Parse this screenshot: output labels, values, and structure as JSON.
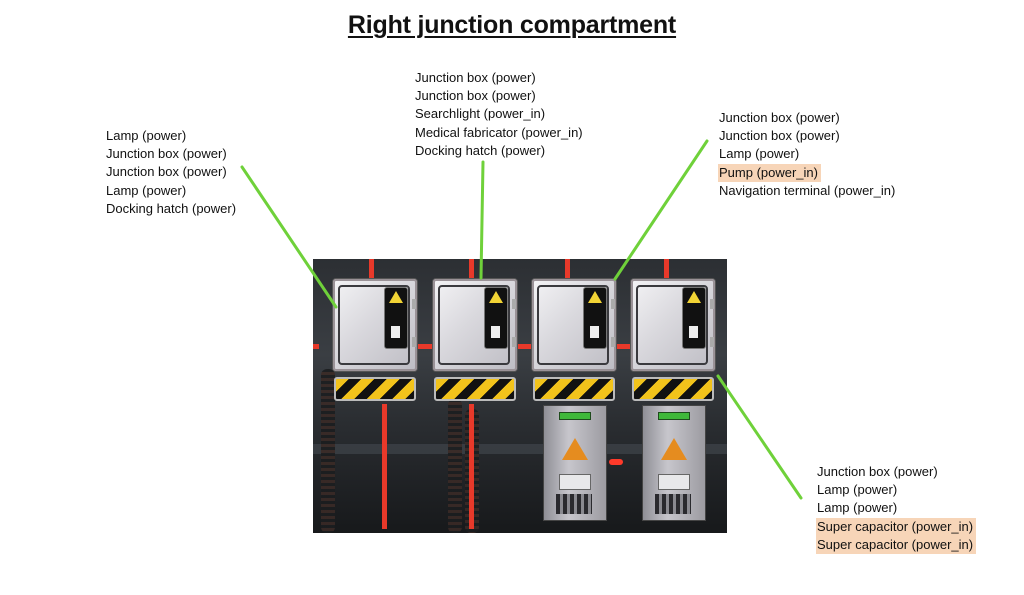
{
  "title": "Right junction compartment",
  "colors": {
    "connector_line": "#6fd13a",
    "highlight": "#f7d5b8",
    "power_cable": "#e8392a"
  },
  "groups": [
    {
      "id": "junction-box-1",
      "items": [
        {
          "label": "Lamp (power)",
          "highlighted": false
        },
        {
          "label": "Junction box (power)",
          "highlighted": false
        },
        {
          "label": "Junction box (power)",
          "highlighted": false
        },
        {
          "label": "Lamp (power)",
          "highlighted": false
        },
        {
          "label": "Docking hatch (power)",
          "highlighted": false
        }
      ]
    },
    {
      "id": "junction-box-2",
      "items": [
        {
          "label": "Junction box (power)",
          "highlighted": false
        },
        {
          "label": "Junction box (power)",
          "highlighted": false
        },
        {
          "label": "Searchlight (power_in)",
          "highlighted": false
        },
        {
          "label": "Medical fabricator (power_in)",
          "highlighted": false
        },
        {
          "label": "Docking hatch (power)",
          "highlighted": false
        }
      ]
    },
    {
      "id": "junction-box-3",
      "items": [
        {
          "label": "Junction box (power)",
          "highlighted": false
        },
        {
          "label": "Junction box (power)",
          "highlighted": false
        },
        {
          "label": "Lamp (power)",
          "highlighted": false
        },
        {
          "label": "Pump (power_in)",
          "highlighted": true
        },
        {
          "label": "Navigation terminal (power_in)",
          "highlighted": false
        }
      ]
    },
    {
      "id": "junction-box-4",
      "items": [
        {
          "label": "Junction box (power)",
          "highlighted": false
        },
        {
          "label": "Lamp (power)",
          "highlighted": false
        },
        {
          "label": "Lamp (power)",
          "highlighted": false
        },
        {
          "label": "Super capacitor (power_in)",
          "highlighted": true
        },
        {
          "label": "Super capacitor (power_in)",
          "highlighted": true
        }
      ]
    }
  ]
}
